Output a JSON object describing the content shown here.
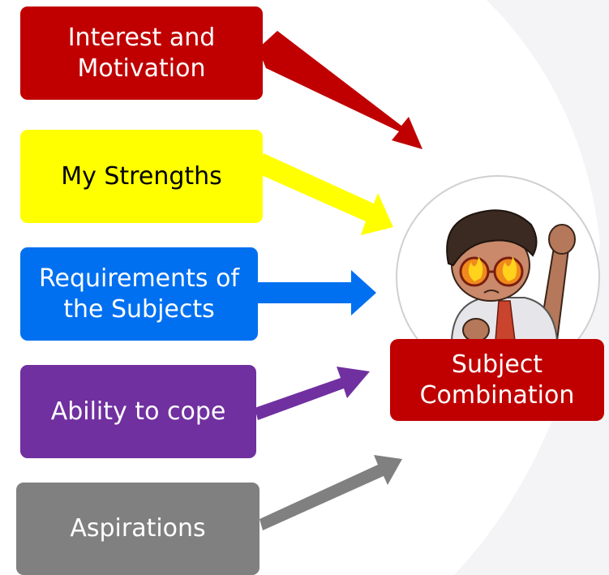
{
  "diagram": {
    "sources": [
      {
        "id": "interest",
        "label": "Interest and\nMotivation",
        "fill": "#c00000",
        "text": "#ffffff",
        "arrow": "#c00000"
      },
      {
        "id": "strengths",
        "label": "My Strengths",
        "fill": "#ffff00",
        "text": "#000000",
        "arrow": "#ffff00"
      },
      {
        "id": "requirements",
        "label": "Requirements of\nthe Subjects",
        "fill": "#0070f0",
        "text": "#ffffff",
        "arrow": "#0070f0"
      },
      {
        "id": "ability",
        "label": "Ability to cope",
        "fill": "#7030a0",
        "text": "#ffffff",
        "arrow": "#7030a0"
      },
      {
        "id": "aspirations",
        "label": "Aspirations",
        "fill": "#808080",
        "text": "#ffffff",
        "arrow": "#808080"
      }
    ],
    "target": {
      "label": "Subject\nCombination",
      "fill": "#c00000",
      "text": "#ffffff"
    },
    "avatar_icon": "student-cheering-icon",
    "colors": {
      "background": "#ffffff",
      "backdrop_tint": "#f4f4f6",
      "avatar_ring": "#d0d0d0"
    }
  }
}
